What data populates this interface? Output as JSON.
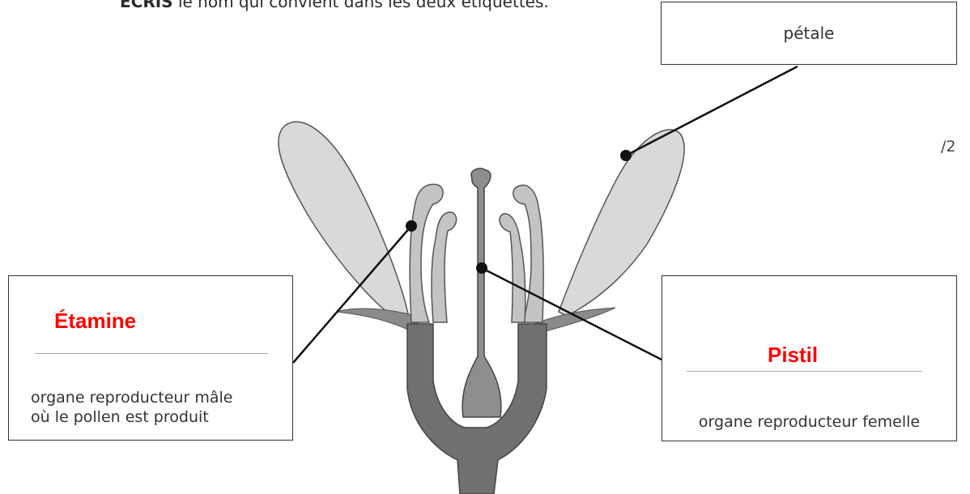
{
  "instruction": {
    "bold": "ÉCRIS",
    "rest": " le nom qui convient dans les deux étiquettes."
  },
  "score": "/2",
  "labels": {
    "petale": "pétale",
    "etamine": {
      "answer": "Étamine",
      "line1": "organe reproducteur mâle",
      "line2": "où le pollen est produit"
    },
    "pistil": {
      "answer": "Pistil",
      "line1": "organe reproducteur femelle"
    }
  },
  "colors": {
    "answer": "#ff0000",
    "petal_fill": "#d9d9d9",
    "stem_fill": "#707070",
    "pistil_fill": "#8e8e8e",
    "stamen_fill": "#c4c4c4"
  }
}
